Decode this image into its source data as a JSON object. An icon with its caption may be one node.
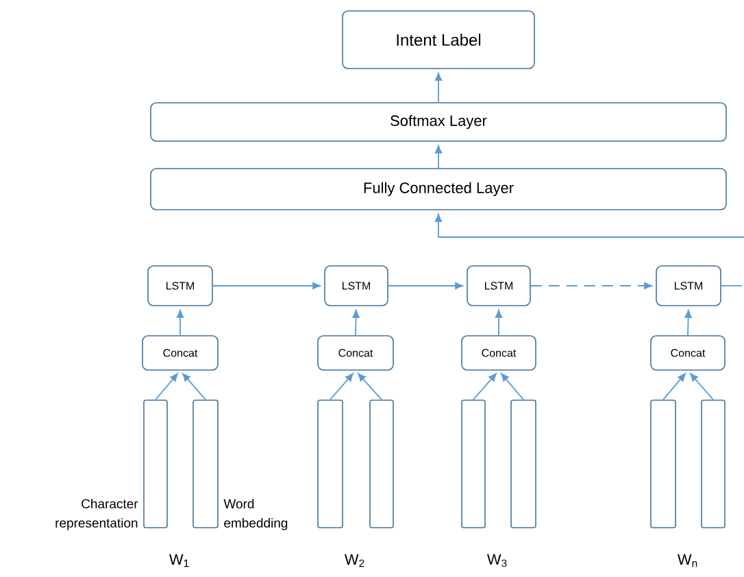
{
  "diagram": {
    "nodes": [
      {
        "text": [
          "Intent Label"
        ]
      },
      {
        "text": [
          "Softmax Layer"
        ]
      },
      {
        "text": [
          "Fully Connected Layer"
        ]
      },
      {
        "text": [
          "LSTM"
        ]
      },
      {
        "text": [
          "Concat"
        ]
      },
      {
        "text": [],
        "shape": "bar",
        "beside": [
          "Character representation"
        ]
      },
      {
        "text": [],
        "shape": "bar",
        "beside": [
          "Word embedding"
        ]
      },
      {
        "text": [
          "LSTM"
        ]
      },
      {
        "text": [
          "Concat"
        ]
      },
      {
        "text": [],
        "shape": "bar"
      },
      {
        "text": [],
        "shape": "bar"
      },
      {
        "text": [
          "LSTM"
        ]
      },
      {
        "text": [
          "Concat"
        ]
      },
      {
        "text": [],
        "shape": "bar"
      },
      {
        "text": [],
        "shape": "bar"
      },
      {
        "text": [
          "LSTM"
        ]
      },
      {
        "text": [
          "Concat"
        ]
      },
      {
        "text": [],
        "shape": "bar"
      },
      {
        "text": [],
        "shape": "bar"
      }
    ],
    "edges": [
      {
        "from": 1,
        "to": 0,
        "arrow": "to"
      },
      {
        "from": 2,
        "to": 1,
        "arrow": "to"
      },
      {
        "from": 5,
        "to": 4,
        "arrow": "to"
      },
      {
        "from": 6,
        "to": 4,
        "arrow": "to"
      },
      {
        "from": 4,
        "to": 3,
        "arrow": "to"
      },
      {
        "from": 9,
        "to": 8,
        "arrow": "to"
      },
      {
        "from": 10,
        "to": 8,
        "arrow": "to"
      },
      {
        "from": 8,
        "to": 7,
        "arrow": "to"
      },
      {
        "from": 13,
        "to": 12,
        "arrow": "to"
      },
      {
        "from": 14,
        "to": 12,
        "arrow": "to"
      },
      {
        "from": 12,
        "to": 11,
        "arrow": "to"
      },
      {
        "from": 17,
        "to": 16,
        "arrow": "to"
      },
      {
        "from": 18,
        "to": 16,
        "arrow": "to"
      },
      {
        "from": 16,
        "to": 15,
        "arrow": "to"
      },
      {
        "from": 3,
        "to": 7,
        "arrow": "to"
      },
      {
        "from": 7,
        "to": 11,
        "arrow": "to"
      },
      {
        "from": 11,
        "to": 15,
        "arrow": "to",
        "style": "dashed"
      },
      {
        "from": 15,
        "to": null,
        "arrow": "none"
      },
      {
        "from": null,
        "to": 2,
        "arrow": "to"
      }
    ],
    "labels": [
      "W$_{1}$",
      "W$_{2}$",
      "W$_{3}$",
      "W$_{n}$"
    ]
  }
}
